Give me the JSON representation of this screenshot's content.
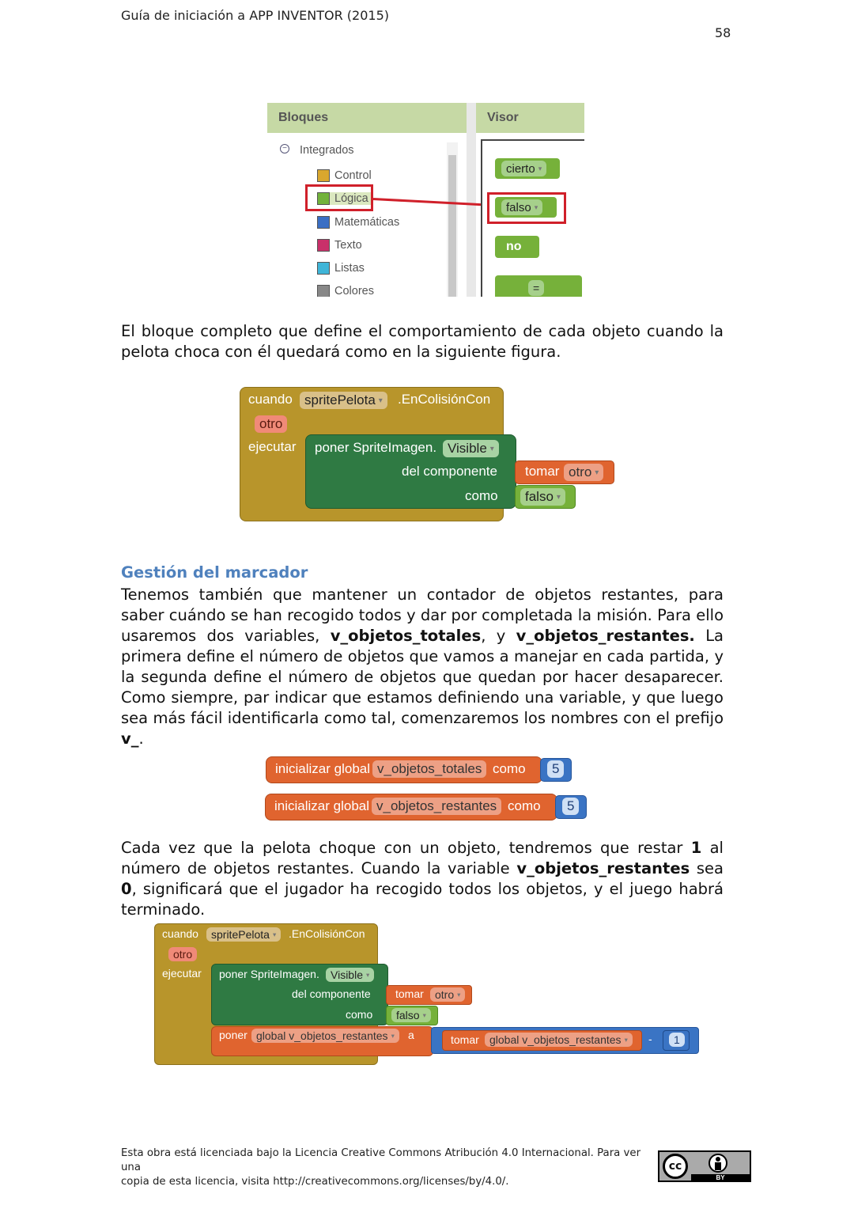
{
  "header": {
    "title": "Guía de iniciación a APP INVENTOR (2015)",
    "page_number": "58"
  },
  "editor": {
    "blocks_title": "Bloques",
    "viewer_title": "Visor",
    "tree_root": "Integrados",
    "tree_items": [
      "Control",
      "Lógica",
      "Matemáticas",
      "Texto",
      "Listas",
      "Colores"
    ],
    "viewer_blocks": [
      "cierto",
      "falso",
      "no",
      "="
    ]
  },
  "paragraphs": {
    "p1": "El bloque completo que define el comportamiento de cada objeto cuando la pelota choca con él quedará como en la siguiente figura.",
    "p2_a": "Tenemos también que mantener un contador de objetos restantes, para saber cuándo se han recogido todos y dar por completada la misión. Para ello usaremos dos variables, ",
    "p2_b1": "v_objetos_totales",
    "p2_c": ", y ",
    "p2_b2": "v_objetos_restantes.",
    "p2_d": " La primera define el número de objetos que vamos a manejar en cada partida, y la segunda define el número de objetos que quedan por hacer desaparecer. Como siempre, par indicar que estamos definiendo una variable, y que luego sea más fácil identificarla como tal, comenzaremos los nombres con el prefijo ",
    "p2_b3": "v_",
    "p2_e": ".",
    "p3_a": "Cada vez que la pelota choque con un objeto, tendremos que restar ",
    "p3_b1": "1",
    "p3_c": " al número de objetos restantes. Cuando la variable ",
    "p3_b2": "v_objetos_restantes",
    "p3_d": " sea ",
    "p3_b3": "0",
    "p3_e": ", significará que el jugador ha recogido todos los objetos, y el juego habrá terminado."
  },
  "section_heading": "Gestión del marcador",
  "block1": {
    "when": "cuando",
    "component": "spritePelota",
    "event": ".EnColisiónCon",
    "param": "otro",
    "do": "ejecutar",
    "set": "poner SpriteImagen.",
    "property": "Visible",
    "of_component": "del componente",
    "to": "como",
    "get": "tomar",
    "get_var": "otro",
    "value": "falso"
  },
  "init_blocks": [
    {
      "label": "inicializar global",
      "name": "v_objetos_totales",
      "as": "como",
      "value": "5"
    },
    {
      "label": "inicializar global",
      "name": "v_objetos_restantes",
      "as": "como",
      "value": "5"
    }
  ],
  "block2": {
    "when": "cuando",
    "component": "spritePelota",
    "event": ".EnColisiónCon",
    "param": "otro",
    "do": "ejecutar",
    "set": "poner SpriteImagen.",
    "property": "Visible",
    "of_component": "del componente",
    "to": "como",
    "get": "tomar",
    "get_var": "otro",
    "value": "falso",
    "set2": "poner",
    "set2_var": "global v_objetos_restantes",
    "set2_to": "a",
    "get2": "tomar",
    "get2_var": "global v_objetos_restantes",
    "minus": "-",
    "one": "1"
  },
  "footer": {
    "license_line1": "Esta obra está licenciada bajo la Licencia Creative Commons Atribución 4.0 Internacional. Para ver una",
    "license_line2": "copia de esta licencia, visita http://creativecommons.org/licenses/by/4.0/.",
    "badge_cc": "cc",
    "badge_by": "BY"
  },
  "colors": {
    "heading": "#4f81bd",
    "event_block": "#b8952b",
    "set_block": "#2f7a43",
    "logic_block": "#76b13a",
    "variable_block": "#e0642f",
    "math_block": "#3a74c4"
  }
}
